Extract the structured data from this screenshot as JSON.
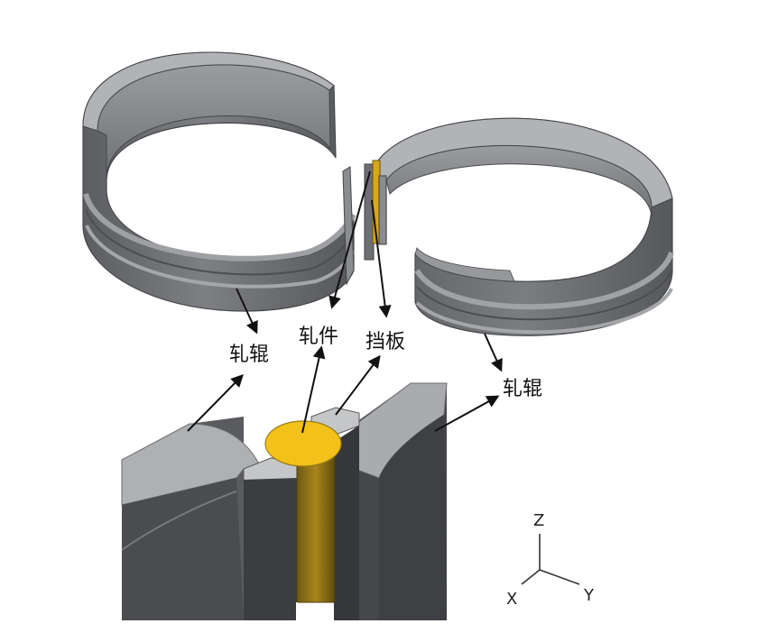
{
  "labels": {
    "roller_left": "轧辊",
    "workpiece": "轧件",
    "baffle": "挡板",
    "roller_right": "轧辊"
  },
  "axes": {
    "z": "Z",
    "y": "Y",
    "x": "X"
  },
  "colors": {
    "roller_side": "#6b6d71",
    "roller_inner": "#8e9094",
    "roller_top": "#b4b6b9",
    "roller_dark": "#4a4b4e",
    "workpiece_gold": "#f2c21b",
    "workpiece_shadow": "#9a7a14",
    "plate_light": "#c7c8ca",
    "block_dark": "#3e3f42",
    "arrow": "#111111"
  }
}
